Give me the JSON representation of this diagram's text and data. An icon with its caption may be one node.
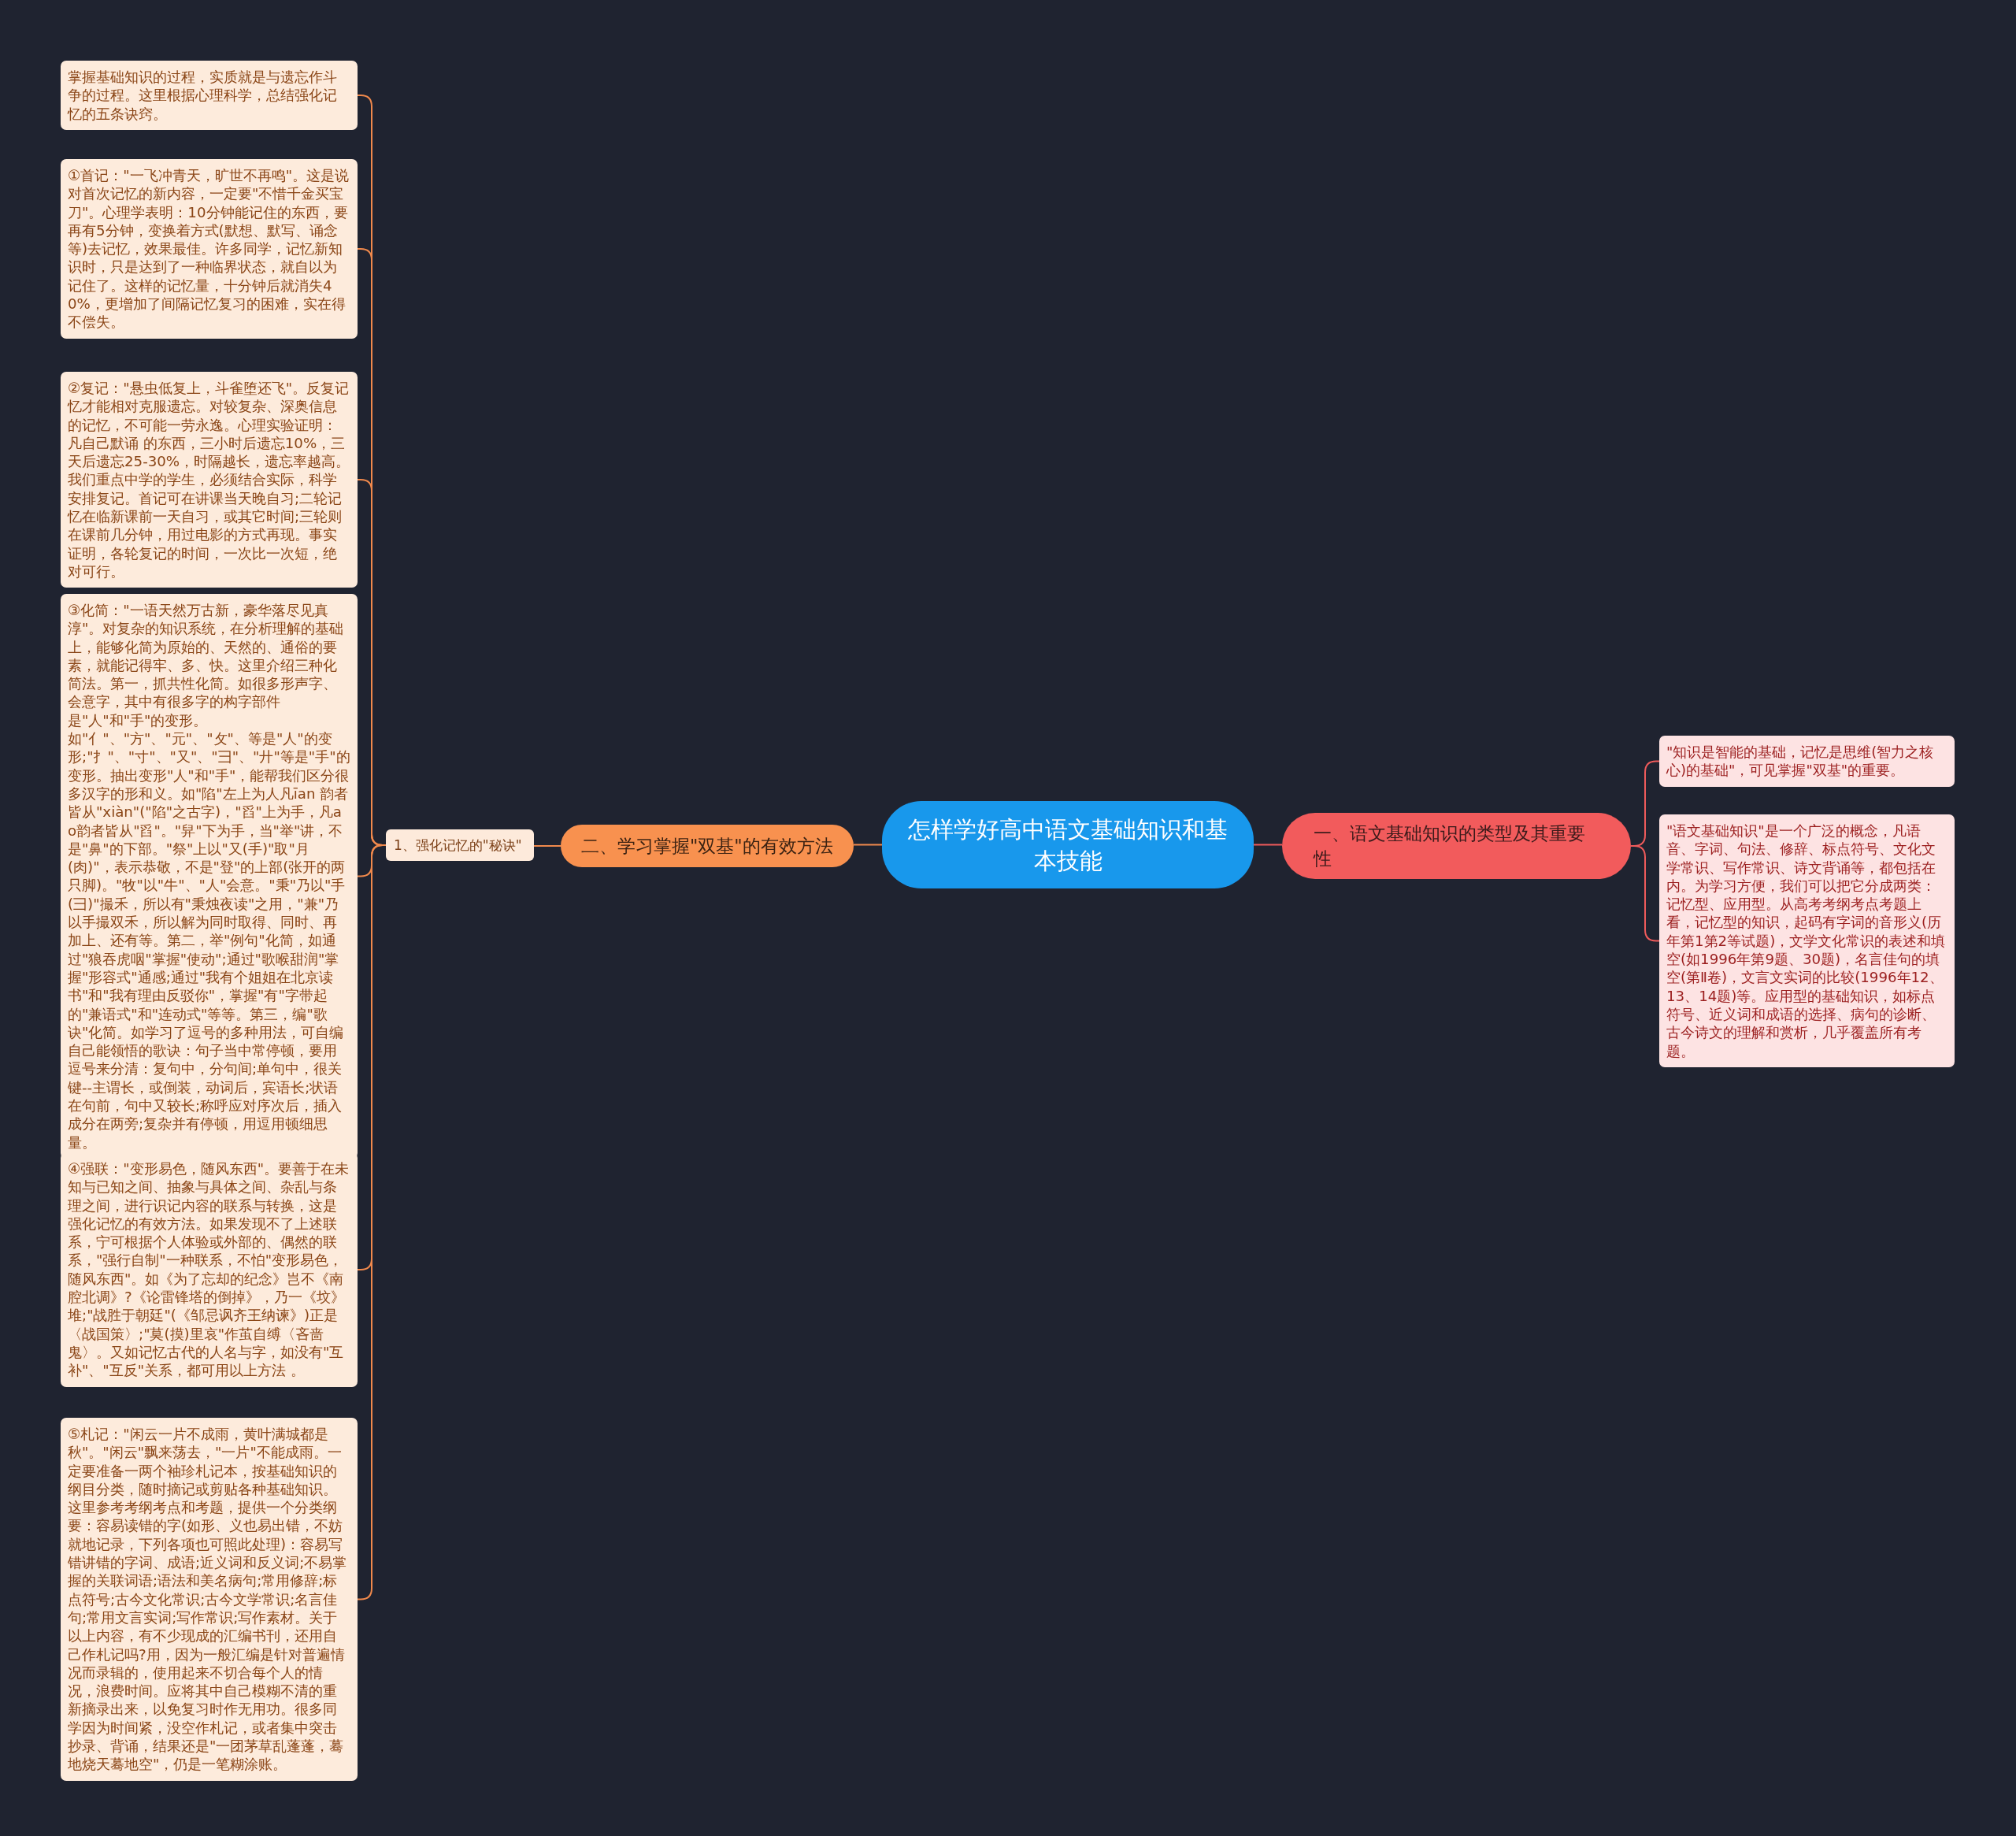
{
  "diagram": {
    "nodes": [
      {
        "text": [
          "怎样学好高中语文基础知识和基本技能"
        ]
      },
      {
        "text": [
          "一、语文基础知识的类型及其重要性"
        ]
      },
      {
        "text": [
          "\"知识是智能的基础，记忆是思维(智力之核心)的基础\"，可见掌握\"双基\"的重要。"
        ]
      },
      {
        "text": [
          "\"语文基础知识\"是一个广泛的概念，凡语音、字词、句法、修辞、标点符号、文化文学常识、写作常识、诗文背诵等，都包括在内。为学习方便，我们可以把它分成两类：记忆型、应用型。从高考考纲考点考题上看，记忆型的知识，起码有字词的音形义(历年第1第2等试题)，文学文化常识的表述和填空(如1996年第9题、30题)，名言佳句的填空(第Ⅱ卷)，文言文实词的比较(1996年12、13、14题)等。应用型的基础知识，如标点符号、近义词和成语的选择、病句的诊断、古今诗文的理解和赏析，几乎覆盖所有考题。"
        ]
      },
      {
        "text": [
          "二、学习掌握\"双基\"的有效方法"
        ]
      },
      {
        "text": [
          "1、强化记忆的\"秘诀\""
        ]
      },
      {
        "text": [
          "掌握基础知识的过程，实质就是与遗忘作斗争的过程。这里根据心理科学，总结强化记忆的五条诀窍。"
        ]
      },
      {
        "text": [
          "①首记：\"一飞冲青天，旷世不再鸣\"。这是说对首次记忆的新内容，一定要\"不惜千金买宝刀\"。心理学表明：10分钟能记住的东西，要再有5分钟，变换着方式(默想、默写、诵念等)去记忆，效果最佳。许多同学，记忆新知识时，只是达到了一种临界状态，就自以为记住了。这样的记忆量，十分钟后就消失40%，更增加了间隔记忆复习的困难，实在得不偿失。"
        ]
      },
      {
        "text": [
          "②复记：\"悬虫低复上，斗雀堕还飞\"。反复记忆才能相对克服遗忘。对较复杂、深奥信息的记忆，不可能一劳永逸。心理实验证明：凡自己默诵 的东西，三小时后遗忘10%，三天后遗忘25-30%，时隔越长，遗忘率越高。我们重点中学的学生，必须结合实际，科学安排复记。首记可在讲课当天晚自习;二轮记忆在临新课前一天自习，或其它时间;三轮则在课前几分钟，用过电影的方式再现。事实证明，各轮复记的时间，一次比一次短，绝对可行。"
        ]
      },
      {
        "text": [
          "③化简：\"一语天然万古新，豪华落尽见真淳\"。对复杂的知识系统，在分析理解的基础上，能够化简为原始的、天然的、通俗的要素，就能记得牢、多、快。这里介绍三种化简法。第一，抓共性化简。如很多形声字、会意字，其中有很多字的构字部件是\"人\"和\"手\"的变形。如\"亻\"、\"方\"、\"元\"、\"攵\"、等是\"人\"的变形;\"扌\"、\"寸\"、\"又\"、\"彐\"、\"廾\"等是\"手\"的变形。抽出变形\"人\"和\"手\"，能帮我们区分很多汉字的形和义。如\"陷\"左上为人凡īan 韵者皆从\"xiàn\"(\"陷\"之古字)，\"舀\"上为手，凡ao韵者皆从\"舀\"。\"舁\"下为手，当\"举\"讲，不是\"鼻\"的下部。\"祭\"上以\"又(手)\"取\"月(肉)\"，表示恭敬，不是\"登\"的上部(张开的两只脚)。\"牧\"以\"牛\"、\"人\"会意。\"秉\"乃以\"手(彐)\"撮禾，所以有\"秉烛夜读\"之用，\"兼\"乃以手撮双禾，所以解为同时取得、同时、再加上、还有等。第二，举\"例句\"化简，如通过\"狼吞虎咽\"掌握\"使动\";通过\"歌喉甜润\"掌握\"形容式\"通感;通过\"我有个姐姐在北京读书\"和\"我有理由反驳你\"，掌握\"有\"字带起的\"兼语式\"和\"连动式\"等等。第三，编\"歌诀\"化简。如学习了逗号的多种用法，可自编自己能领悟的歌诀：句子当中常停顿，要用逗号来分清：复句中，分句间;单句中，很关键--主谓长，或倒装，动词后，宾语长;状语在句前，句中又较长;称呼应对序次后，插入成分在两旁;复杂并有停顿，用逗用顿细思量。"
        ]
      },
      {
        "text": [
          "④强联：\"变形易色，随风东西\"。要善于在未知与已知之间、抽象与具体之间、杂乱与条理之间，进行识记内容的联系与转换，这是强化记忆的有效方法。如果发现不了上述联系，宁可根据个人体验或外部的、偶然的联系，\"强行自制\"一种联系，不怕\"变形易色，随风东西\"。如《为了忘却的纪念》岂不《南腔北调》?《论雷锋塔的倒掉》，乃一《坟》堆;\"战胜于朝廷\"(《邹忌讽齐王纳谏》)正是〈战国策〉;\"莫(摸)里哀\"作茧自缚〈吝啬鬼〉。又如记忆古代的人名与字，如没有\"互补\"、\"互反\"关系，都可用以上方法 。"
        ]
      },
      {
        "text": [
          "⑤札记：\"闲云一片不成雨，黄叶满城都是秋\"。\"闲云\"飘来荡去，\"一片\"不能成雨。一定要准备一两个袖珍札记本，按基础知识的纲目分类，随时摘记或剪贴各种基础知识。这里参考考纲考点和考题，提供一个分类纲要：容易读错的字(如形、义也易出错，不妨就地记录，下列各项也可照此处理)：容易写错讲错的字词、成语;近义词和反义词;不易掌握的关联词语;语法和美名病句;常用修辞;标点符号;古今文化常识;古今文学常识;名言佳句;常用文言实词;写作常识;写作素材。关于以上内容，有不少现成的汇编书刊，还用自己作札记吗?用，因为一般汇编是针对普遍情况而录辑的，使用起来不切合每个人的情况，浪费时间。应将其中自己模糊不清的重新摘录出来，以免复习时作无用功。很多同学因为时间紧，没空作札记，或者集中突击抄录、背诵，结果还是\"一团茅草乱蓬蓬，蓦地烧天蓦地空\"，仍是一笔糊涂账。"
        ]
      }
    ],
    "edges": [
      {
        "from": 0,
        "to": 1,
        "arrow": "none",
        "color": "#ef5b5b"
      },
      {
        "from": 1,
        "to": 2,
        "arrow": "none",
        "color": "#ef5b5b"
      },
      {
        "from": 1,
        "to": 3,
        "arrow": "none",
        "color": "#ef5b5b"
      },
      {
        "from": 0,
        "to": 4,
        "arrow": "none"
      },
      {
        "from": 4,
        "to": 5,
        "arrow": "none"
      },
      {
        "from": 5,
        "to": 6,
        "arrow": "none"
      },
      {
        "from": 5,
        "to": 7,
        "arrow": "none"
      },
      {
        "from": 5,
        "to": 8,
        "arrow": "none"
      },
      {
        "from": 5,
        "to": 9,
        "arrow": "none"
      },
      {
        "from": 5,
        "to": 10,
        "arrow": "none"
      },
      {
        "from": 5,
        "to": 11,
        "arrow": "none"
      }
    ]
  }
}
